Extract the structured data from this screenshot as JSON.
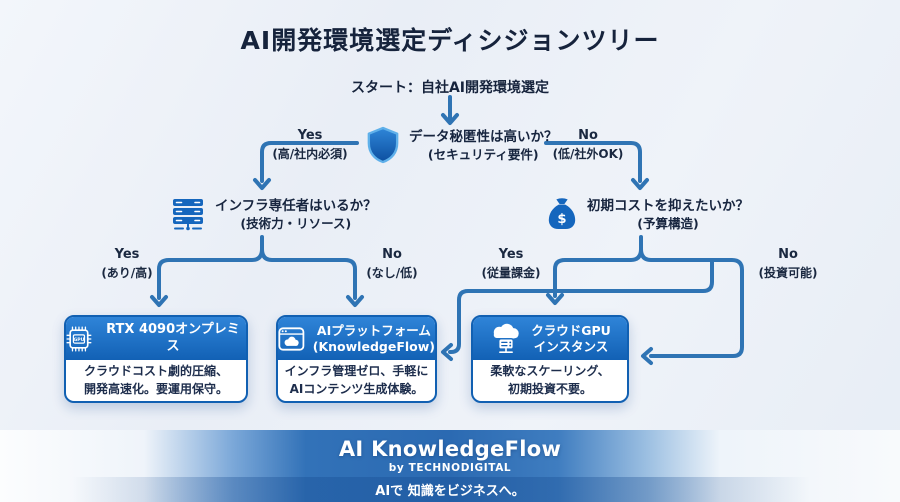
{
  "title": "AI開発環境選定ディシジョンツリー",
  "start": {
    "label": "スタート：自社AI開発環境選定"
  },
  "decisions": [
    {
      "icon": "shield-icon",
      "question": "データ秘匿性は高いか？",
      "criteria": "(セキュリティ要件)",
      "yes": {
        "label": "Yes",
        "note": "(高/社内必須)"
      },
      "no": {
        "label": "No",
        "note": "(低/社外OK)"
      }
    },
    {
      "icon": "server-icon",
      "question": "インフラ専任者はいるか？",
      "criteria": "(技術力・リソース)",
      "yes": {
        "label": "Yes",
        "note": "(あり/高)"
      },
      "no": {
        "label": "No",
        "note": "(なし/低)"
      }
    },
    {
      "icon": "money-bag-icon",
      "question": "初期コストを抑えたいか？",
      "criteria": "(予算構造)",
      "yes": {
        "label": "Yes",
        "note": "(従量課金)"
      },
      "no": {
        "label": "No",
        "note": "(投資可能)"
      }
    }
  ],
  "outcomes": [
    {
      "icon": "gpu-chip-icon",
      "title": "RTX 4090オンプレミス",
      "title2": "",
      "desc1": "クラウドコスト劇的圧縮、",
      "desc2": "開発高速化。要運用保守。"
    },
    {
      "icon": "browser-cloud-icon",
      "title": "AIプラットフォーム",
      "title2": "(KnowledgeFlow)",
      "desc1": "インフラ管理ゼロ、手軽に",
      "desc2": "AIコンテンツ生成体験。"
    },
    {
      "icon": "cloud-server-icon",
      "title": "クラウドGPU",
      "title2": "インスタンス",
      "desc1": "柔軟なスケーリング、",
      "desc2": "初期投資不要。"
    }
  ],
  "footer": {
    "brand": "AI KnowledgeFlow",
    "byline": "by TECHNODIGITAL",
    "tagline": "AIで 知識をビジネスへ。"
  },
  "colors": {
    "accent_blue": "#1565bf",
    "header_gradient_top": "#2f84d8",
    "header_gradient_bottom": "#1261b5",
    "connector": "#2f74b4",
    "footer_blue": "#2d6db7",
    "background": "#edf1f7",
    "text_dark": "#17253f"
  }
}
